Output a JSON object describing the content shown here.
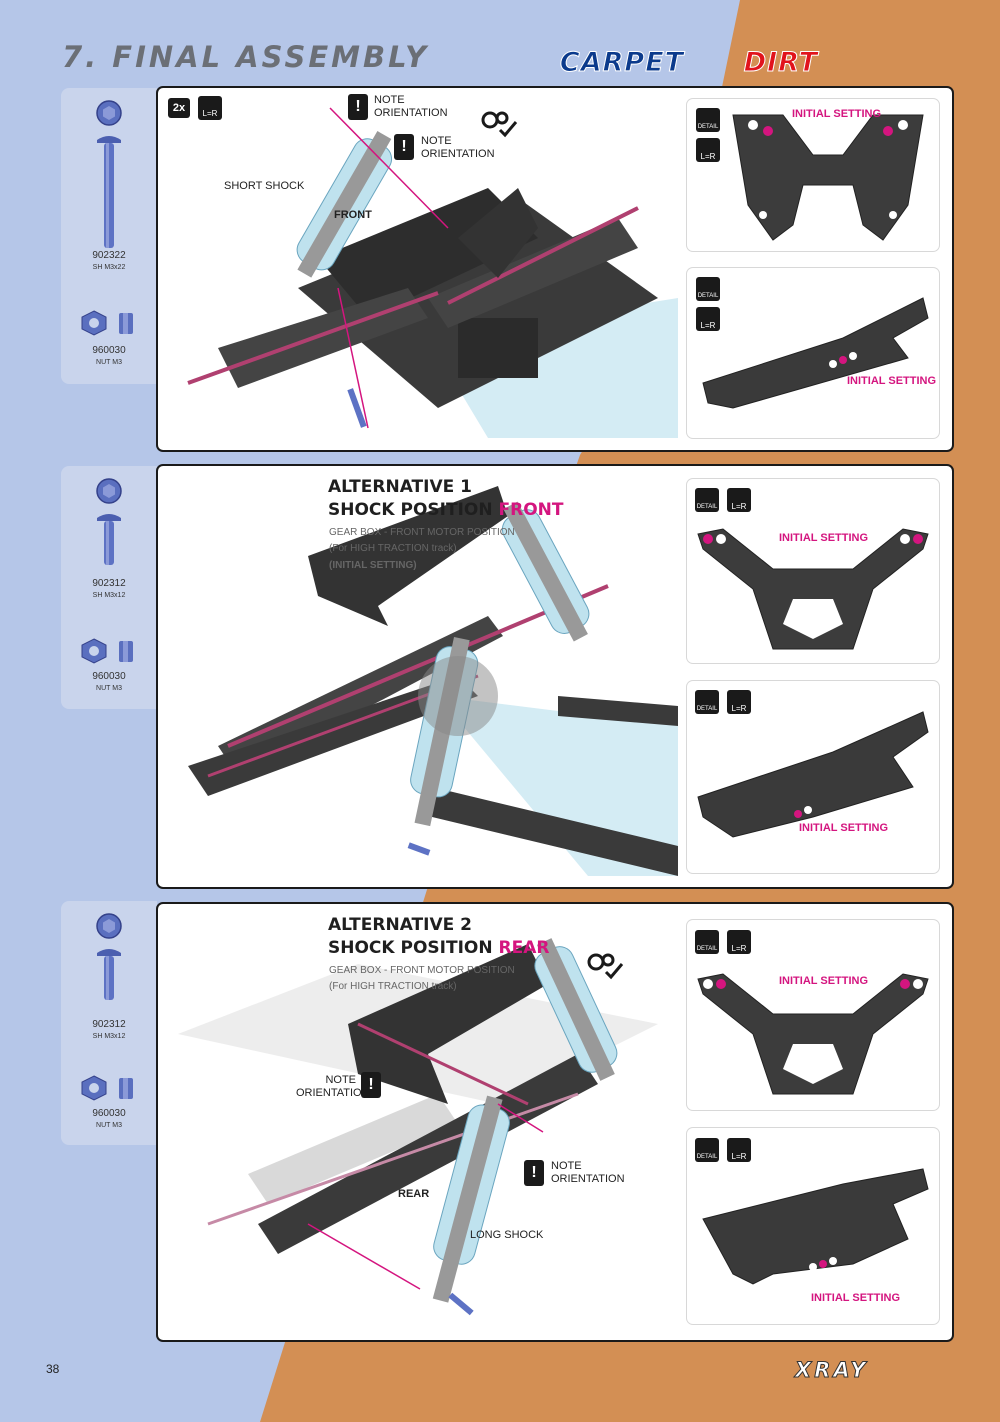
{
  "header": {
    "title": "7. FINAL ASSEMBLY",
    "badge_carpet": "CARPET",
    "badge_dirt": "DIRT"
  },
  "colors": {
    "left_bg": "#b5c6e8",
    "right_bg": "#d38f54",
    "accent_pink": "#d4157f",
    "carpet_blue": "#0b3a8c",
    "dirt_red": "#e1131c"
  },
  "section1": {
    "parts": [
      {
        "code": "902322",
        "desc": "SH M3x22"
      },
      {
        "code": "960030",
        "desc": "NUT M3"
      }
    ],
    "quantity": "2x",
    "note1": "NOTE\nORIENTATION",
    "note2": "NOTE\nORIENTATION",
    "short_shock": "SHORT SHOCK",
    "front": "FRONT",
    "card1_label": "INITIAL SETTING",
    "card2_label": "INITIAL SETTING"
  },
  "section2": {
    "parts": [
      {
        "code": "902312",
        "desc": "SH M3x12"
      },
      {
        "code": "960030",
        "desc": "NUT M3"
      }
    ],
    "heading1": "ALTERNATIVE 1",
    "heading2_prefix": "SHOCK POSITION ",
    "heading2_accent": "FRONT",
    "sub1": "GEAR BOX - FRONT MOTOR POSITION",
    "sub2": "(For HIGH TRACTION track)",
    "sub3": "(INITIAL SETTING)",
    "card1_label": "INITIAL SETTING",
    "card2_label": "INITIAL SETTING"
  },
  "section3": {
    "parts": [
      {
        "code": "902312",
        "desc": "SH M3x12"
      },
      {
        "code": "960030",
        "desc": "NUT M3"
      }
    ],
    "heading1": "ALTERNATIVE 2",
    "heading2_prefix": "SHOCK POSITION ",
    "heading2_accent": "REAR",
    "sub1": "GEAR BOX - FRONT MOTOR POSITION",
    "sub2": "(For HIGH TRACTION track)",
    "note1": "NOTE\nORIENTATION",
    "note2": "NOTE\nORIENTATION",
    "rear": "REAR",
    "long_shock": "LONG SHOCK",
    "card1_label": "INITIAL SETTING",
    "card2_label": "INITIAL SETTING"
  },
  "icons": {
    "detail": "DETAIL",
    "lr": "L=R"
  },
  "footer": {
    "page_number": "38",
    "brand": "XRAY"
  }
}
